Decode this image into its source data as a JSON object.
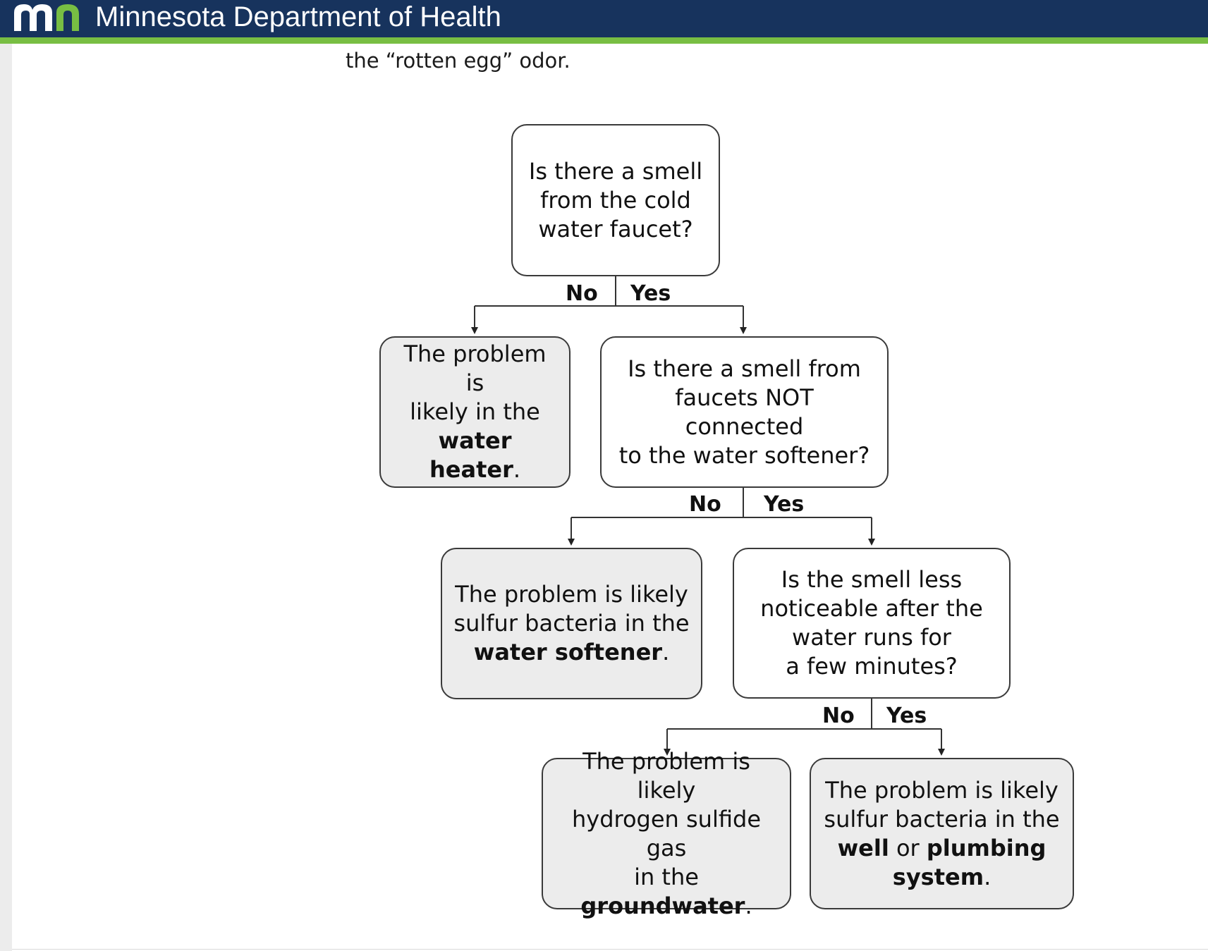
{
  "header": {
    "title": "Minnesota Department of Health",
    "logo": "mn-logo",
    "colors": {
      "navy": "#17335d",
      "green": "#78be43"
    }
  },
  "intro": {
    "text": "the “rotten egg” odor."
  },
  "flowchart": {
    "q1": {
      "lines": [
        "Is there a smell",
        "from the cold",
        "water faucet?"
      ],
      "no_label": "No",
      "yes_label": "Yes"
    },
    "a1": {
      "line1": "The problem is",
      "line2": "likely in the",
      "bold": "water heater",
      "tail": "."
    },
    "q2": {
      "lines": [
        "Is there a smell from",
        "faucets NOT connected",
        "to the water softener?"
      ],
      "no_label": "No",
      "yes_label": "Yes"
    },
    "a2": {
      "line1": "The problem is likely",
      "line2": "sulfur bacteria in the",
      "bold": "water softener",
      "tail": "."
    },
    "q3": {
      "lines": [
        "Is the smell less",
        "noticeable after the",
        "water runs for",
        "a few minutes?"
      ],
      "no_label": "No",
      "yes_label": "Yes"
    },
    "a3": {
      "line1": "The problem is likely",
      "line2": "hydrogen sulfide gas",
      "prefix": "in the ",
      "bold": "groundwater",
      "tail": "."
    },
    "a4": {
      "line1": "The problem is likely",
      "line2": "sulfur bacteria in the",
      "bold1": "well",
      "mid": " or ",
      "bold2": "plumbing",
      "bold3": "system",
      "tail": "."
    }
  }
}
